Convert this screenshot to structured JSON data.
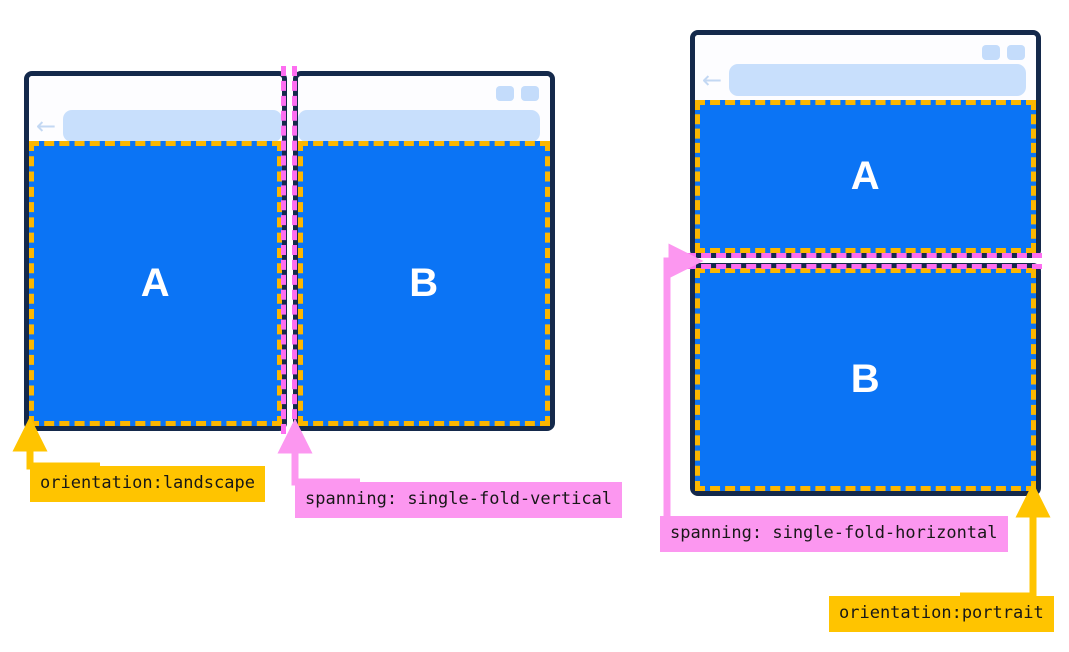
{
  "diagram": {
    "title": "Dual-screen foldable device viewport segments",
    "colors": {
      "device_frame": "#14294b",
      "viewport_blue": "#0b74f5",
      "viewport_outline_amber": "#fcb700",
      "fold_outline_pink": "#fd6ef0",
      "label_amber_bg": "#ffc400",
      "label_pink_bg": "#fc97f0",
      "url_bar": "#c8dffc",
      "chrome_bg": "#fdfdff",
      "back_arrow": "#c3d8f3",
      "window_control": "#c4dcfb",
      "label_text": "#171717",
      "pane_letter": "#ffffff"
    }
  },
  "devices": [
    {
      "id": "landscape-device",
      "orientation": "landscape",
      "fold": "vertical",
      "chrome": {
        "back_icon": "back-arrow-icon",
        "back_glyph": "←",
        "url_value": "",
        "url_placeholder": "",
        "window_controls": [
          "window-control-1",
          "window-control-2"
        ]
      },
      "panes": [
        {
          "id": "pane-a",
          "letter": "A"
        },
        {
          "id": "pane-b",
          "letter": "B"
        }
      ]
    },
    {
      "id": "portrait-device",
      "orientation": "portrait",
      "fold": "horizontal",
      "chrome": {
        "back_icon": "back-arrow-icon",
        "back_glyph": "←",
        "url_value": "",
        "url_placeholder": "",
        "window_controls": [
          "window-control-1",
          "window-control-2"
        ]
      },
      "panes": [
        {
          "id": "pane-a",
          "letter": "A"
        },
        {
          "id": "pane-b",
          "letter": "B"
        }
      ]
    }
  ],
  "annotations": [
    {
      "id": "orientation-landscape",
      "text": "orientation:landscape",
      "kind": "amber",
      "target": "landscape-device-bottom-left"
    },
    {
      "id": "spanning-single-fold-vertical",
      "text": "spanning: single-fold-vertical",
      "kind": "pink",
      "target": "landscape-device-fold-bottom"
    },
    {
      "id": "spanning-single-fold-horizontal",
      "text": "spanning: single-fold-horizontal",
      "kind": "pink",
      "target": "portrait-device-fold-left"
    },
    {
      "id": "orientation-portrait",
      "text": "orientation:portrait",
      "kind": "amber",
      "target": "portrait-device-bottom-right"
    }
  ]
}
